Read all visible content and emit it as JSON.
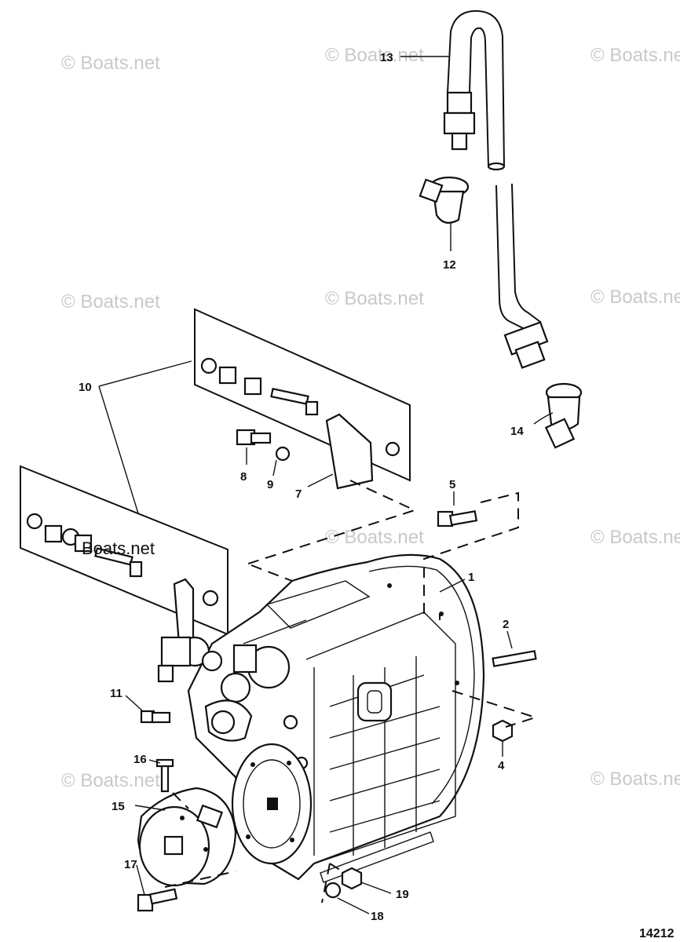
{
  "watermark": "© Boats.net",
  "overlay_label": "Boats.net",
  "figure_number": "14212",
  "callouts": [
    "1",
    "2",
    "4",
    "5",
    "7",
    "8",
    "9",
    "10",
    "11",
    "12",
    "13",
    "14",
    "15",
    "16",
    "17",
    "18",
    "19"
  ]
}
